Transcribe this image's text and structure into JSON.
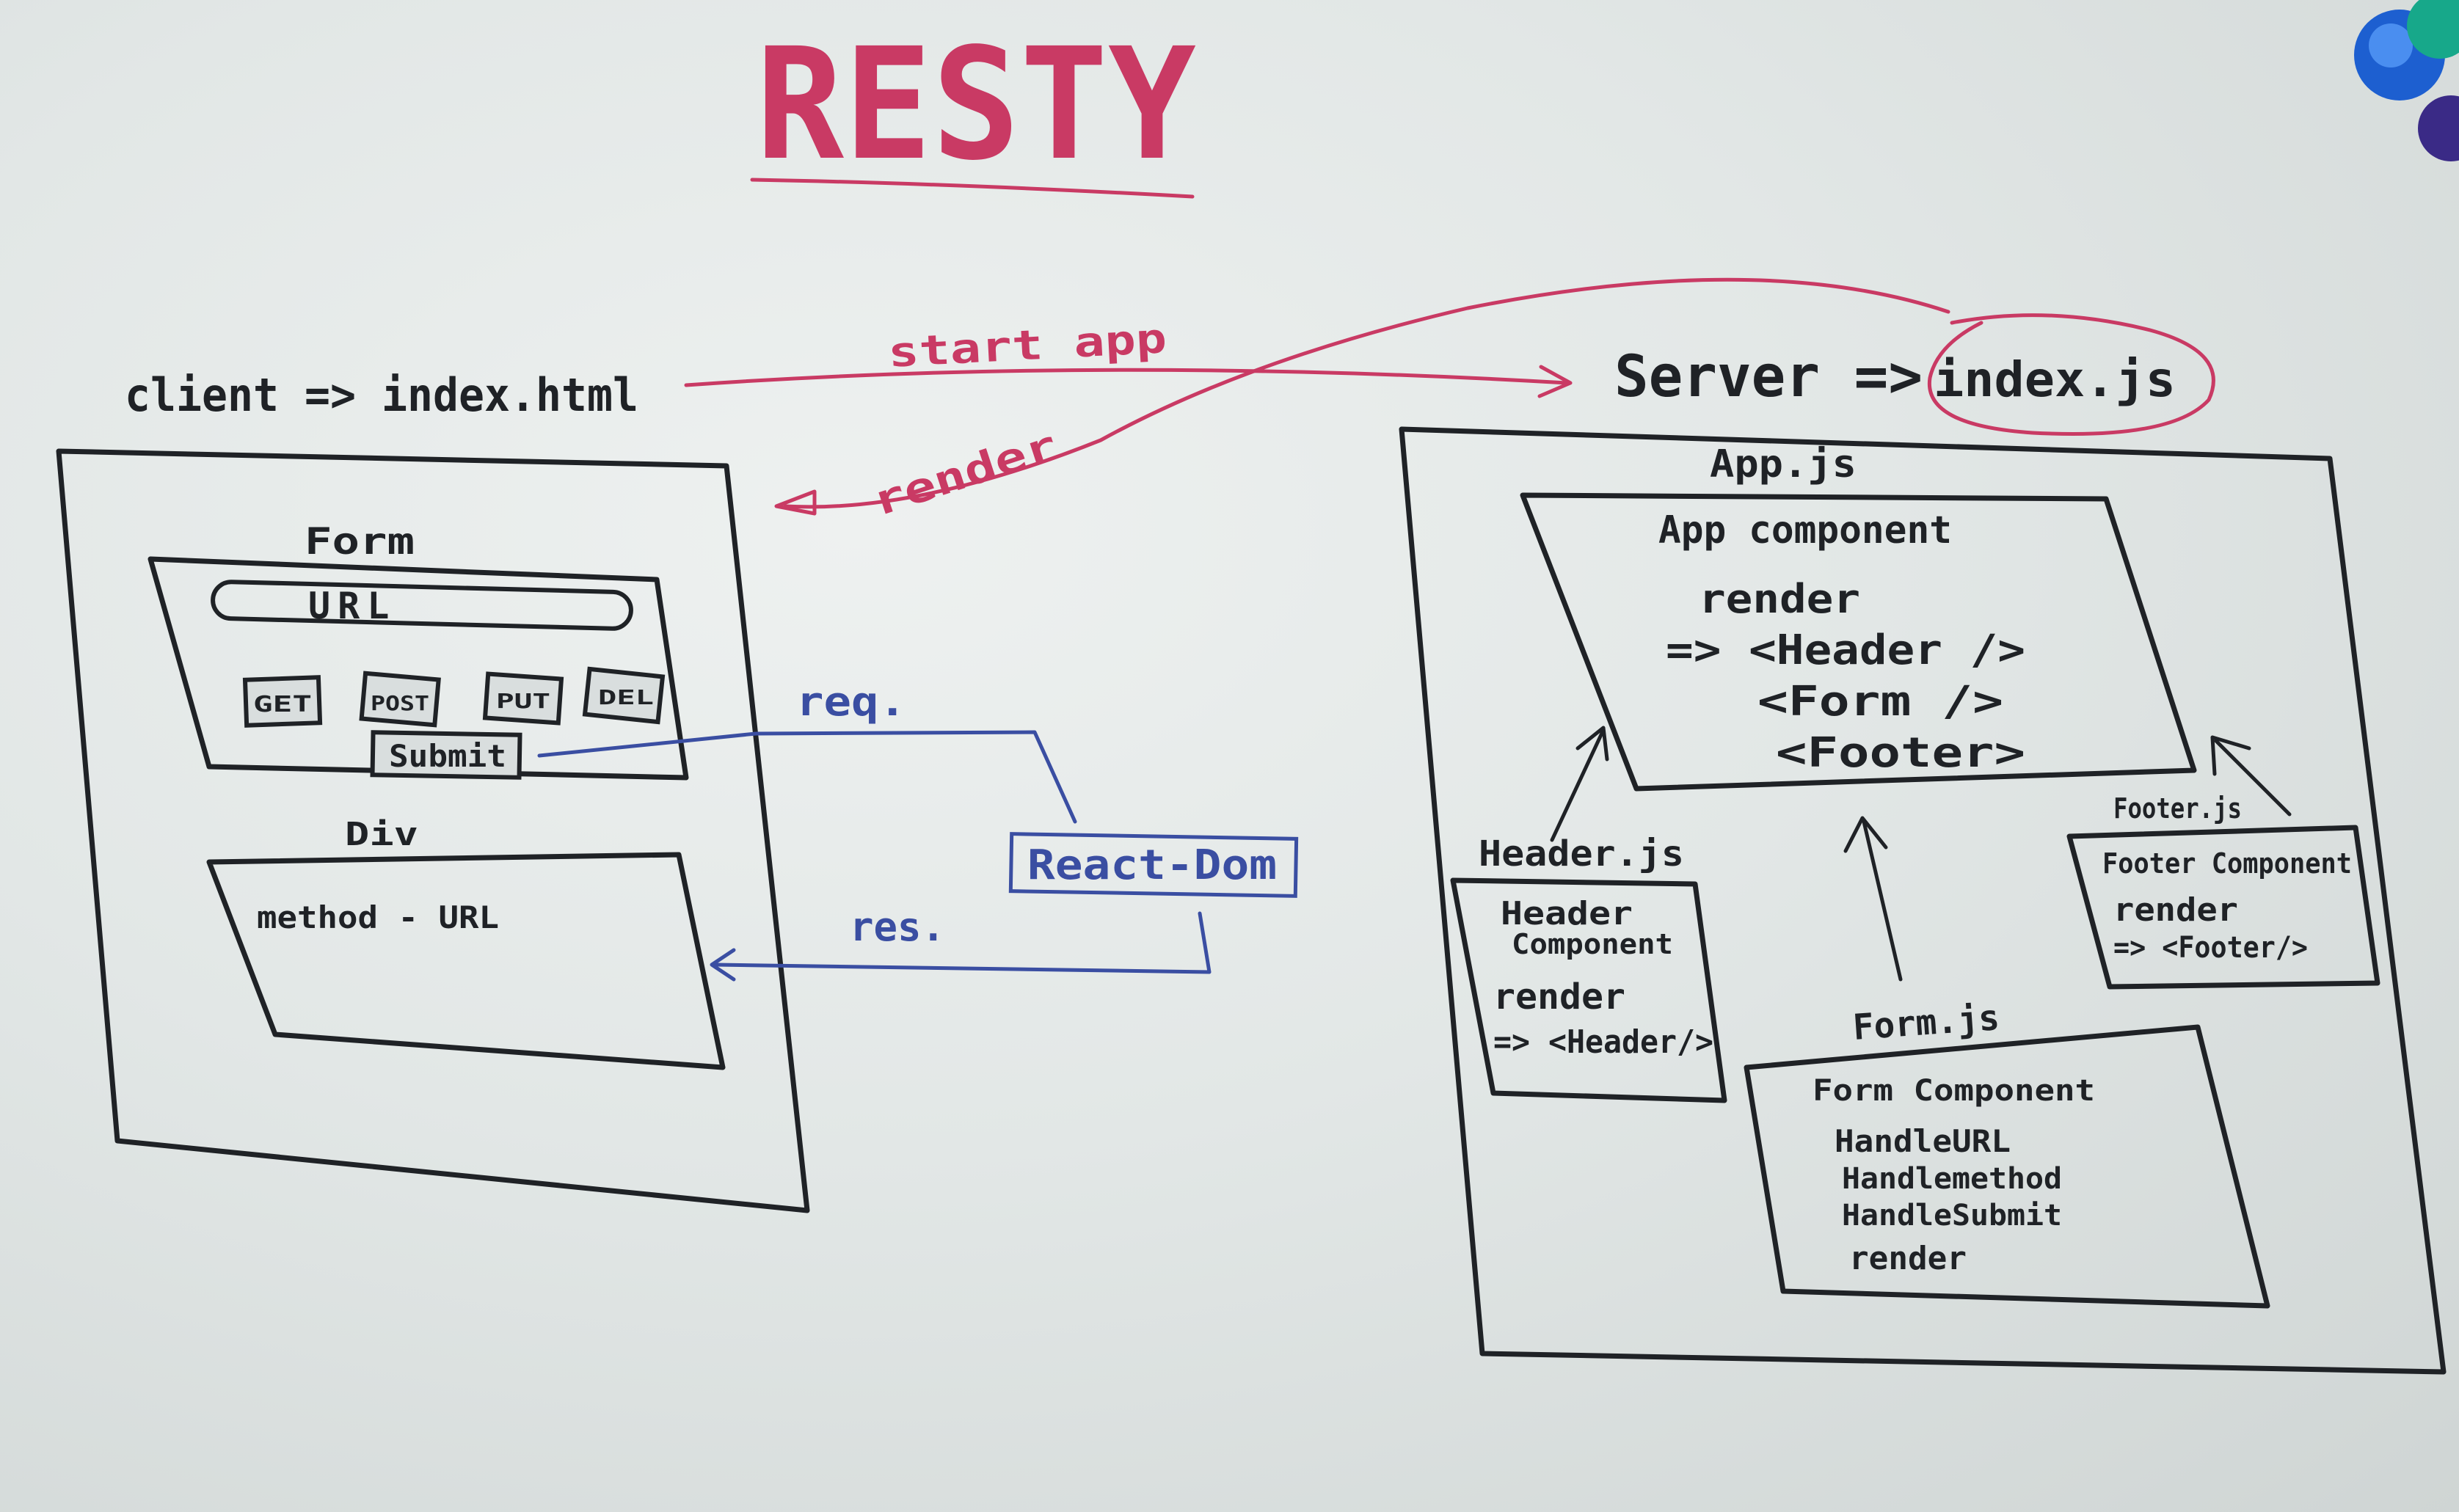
{
  "title": "RESTY",
  "client": {
    "label": "client => index.html"
  },
  "server": {
    "label": "Server =>",
    "entry": "index.js"
  },
  "arrows": {
    "start_app": "start app",
    "render": "render",
    "req": "req.",
    "res": "res."
  },
  "client_page": {
    "form_label": "Form",
    "url_field": "URL",
    "methods": [
      "GET",
      "POST",
      "PUT",
      "DEL"
    ],
    "submit_label": "Submit",
    "div_label": "Div",
    "div_content": "method - URL"
  },
  "react_dom": "React-Dom",
  "server_page": {
    "app_js": "App.js",
    "app_component": {
      "title": "App component",
      "render": "render",
      "children": [
        "=> <Header />",
        "<Form />",
        "<Footer>"
      ]
    },
    "header": {
      "file": "Header.js",
      "title_line1": "Header",
      "title_line2": "Component",
      "render": "render",
      "output": "=> <Header/>"
    },
    "footer": {
      "file": "Footer.js",
      "title": "Footer Component",
      "render": "render",
      "output": "=> <Footer/>"
    },
    "form": {
      "file": "Form.js",
      "title": "Form Component",
      "methods": [
        "HandleURL",
        "Handlemethod",
        "HandleSubmit",
        "render"
      ]
    }
  },
  "colors": {
    "marker_black": "#1f2226",
    "marker_red": "#c93a64",
    "marker_blue": "#3a4ea2",
    "board": "#e3e7e6"
  }
}
